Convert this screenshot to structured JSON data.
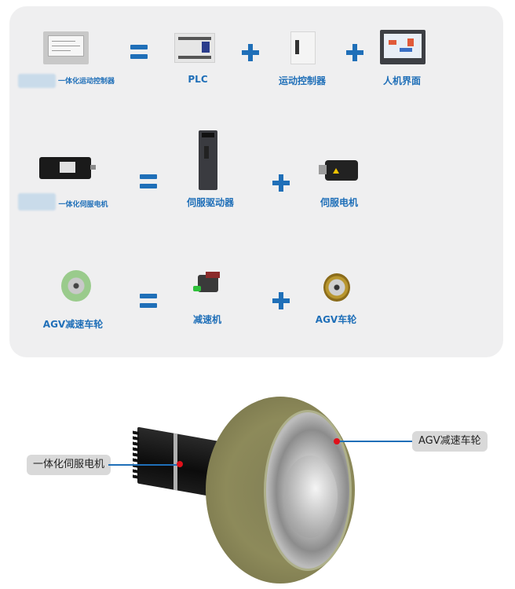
{
  "colors": {
    "accent_blue": "#1f6fb8",
    "panel_bg": "#efeff0",
    "callout_bg": "#d9d9d9",
    "marker_red": "#e0101a"
  },
  "equations": [
    {
      "lhs": {
        "label": "一体化运动控制器",
        "icon": "integrated-motion-controller-image",
        "blurred_prefix": true
      },
      "operator1": "=",
      "rhs": [
        {
          "label": "PLC",
          "icon": "plc-image"
        },
        {
          "label": "运动控制器",
          "icon": "motion-controller-image"
        },
        {
          "label": "人机界面",
          "icon": "hmi-touchscreen-image"
        }
      ],
      "operators": [
        "+",
        "+"
      ]
    },
    {
      "lhs": {
        "label": "一体化伺服电机",
        "icon": "integrated-servo-motor-image",
        "blurred_prefix": true
      },
      "operator1": "=",
      "rhs": [
        {
          "label": "伺服驱动器",
          "icon": "servo-drive-image"
        },
        {
          "label": "伺服电机",
          "icon": "servo-motor-image"
        }
      ],
      "operators": [
        "+"
      ]
    },
    {
      "lhs": {
        "label": "AGV减速车轮",
        "icon": "agv-reduction-wheel-image",
        "blurred_prefix": false
      },
      "operator1": "=",
      "rhs": [
        {
          "label": "减速机",
          "icon": "gear-reducer-image"
        },
        {
          "label": "AGV车轮",
          "icon": "agv-wheel-image"
        }
      ],
      "operators": [
        "+"
      ]
    }
  ],
  "hero": {
    "callouts": [
      {
        "label": "一体化伺服电机",
        "side": "left"
      },
      {
        "label": "AGV减速车轮",
        "side": "right"
      }
    ]
  }
}
